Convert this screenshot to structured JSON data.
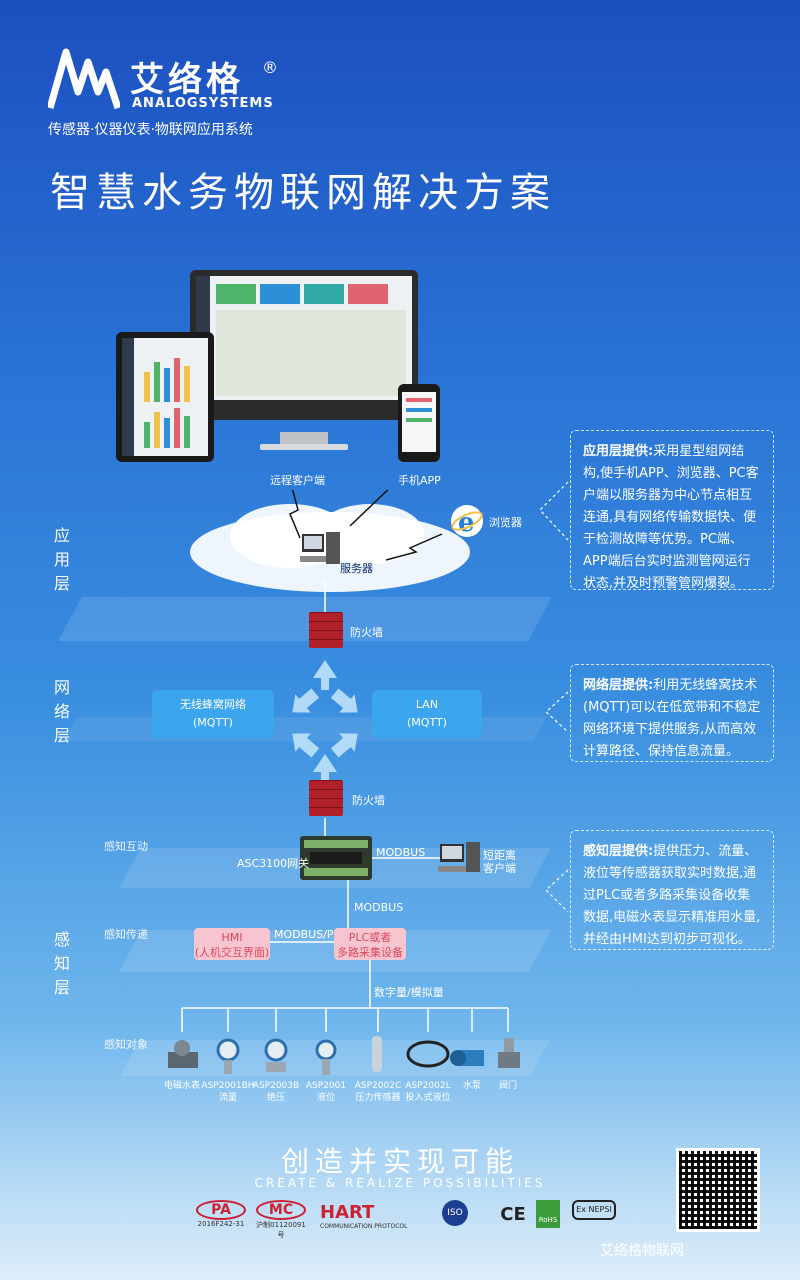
{
  "header": {
    "brand_cn": "艾络格",
    "brand_reg": "®",
    "brand_en": "ANALOGSYSTEMS",
    "tagline": "传感器·仪器仪表·物联网应用系统",
    "title": "智慧水务物联网解决方案"
  },
  "devices": {
    "remote_client": "远程客户端",
    "mobile_app": "手机APP",
    "browser": "浏览器",
    "server": "服务器",
    "firewall_top": "防火墙",
    "firewall_mid": "防火墙",
    "gateway": "ASC3100网关",
    "modbus_right": "MODBUS",
    "short_client": "短距离\n客户端",
    "modbus_down": "MODBUS",
    "modbus_ppi": "MODBUS/PPI",
    "digital_analog": "数字量/模拟量"
  },
  "layers": {
    "app": "应\n用\n层",
    "net": "网\n络\n层",
    "sense": "感\n知\n层"
  },
  "network_boxes": {
    "cellular_line1": "无线蜂窝网络",
    "cellular_line2": "(MQTT)",
    "lan_line1": "LAN",
    "lan_line2": "(MQTT)"
  },
  "sense_sub": {
    "interact": "感知互动",
    "transmit": "感知传递",
    "object": "感知对象"
  },
  "sense_boxes": {
    "hmi_line1": "HMI",
    "hmi_line2": "(人机交互界面)",
    "plc_line1": "PLC或者",
    "plc_line2": "多路采集设备"
  },
  "sensors": [
    {
      "l1": "电磁水表",
      "l2": ""
    },
    {
      "l1": "ASP2001BH",
      "l2": "流量"
    },
    {
      "l1": "ASP2003B",
      "l2": "绝压"
    },
    {
      "l1": "ASP2001",
      "l2": "液位"
    },
    {
      "l1": "ASP2002C",
      "l2": "压力传感器"
    },
    {
      "l1": "ASP2002L",
      "l2": "投入式液位"
    },
    {
      "l1": "水泵",
      "l2": ""
    },
    {
      "l1": "阀门",
      "l2": ""
    }
  ],
  "info": {
    "app_title": "应用层提供:",
    "app_text": "采用星型组网结构,使手机APP、浏览器、PC客户端以服务器为中心节点相互连通,具有网络传输数据快、便于检测故障等优势。PC端、APP端后台实时监测管网运行状态,并及时预警管网爆裂。",
    "net_title": "网络层提供:",
    "net_text": "利用无线蜂窝技术(MQTT)可以在低宽带和不稳定网络环境下提供服务,从而高效计算路径、保持信息流量。",
    "sense_title": "感知层提供:",
    "sense_text": "提供压力、流量、液位等传感器获取实时数据,通过PLC或者多路采集设备收集数据,电磁水表显示精准用水量,并经由HMI达到初步可视化。"
  },
  "footer": {
    "slogan": "创造并实现可能",
    "slogan_en": "CREATE & REALIZE POSSIBILITIES",
    "cert_pa": "PA",
    "cert_pa_no": "2016F242-31",
    "cert_mc": "MC",
    "cert_mc_no": "沪制01120091号",
    "cert_hart": "HART",
    "cert_hart_sub": "COMMUNICATION PROTOCOL",
    "cert_iso": "ISO",
    "cert_ce": "CE",
    "cert_rohs": "RoHS",
    "cert_ex": "Ex NEPSI",
    "watermark": "艾络格物联网"
  },
  "colors": {
    "accent": "#3ba6ee",
    "firewall": "#b2202c",
    "pink": "#f6c5cf"
  }
}
